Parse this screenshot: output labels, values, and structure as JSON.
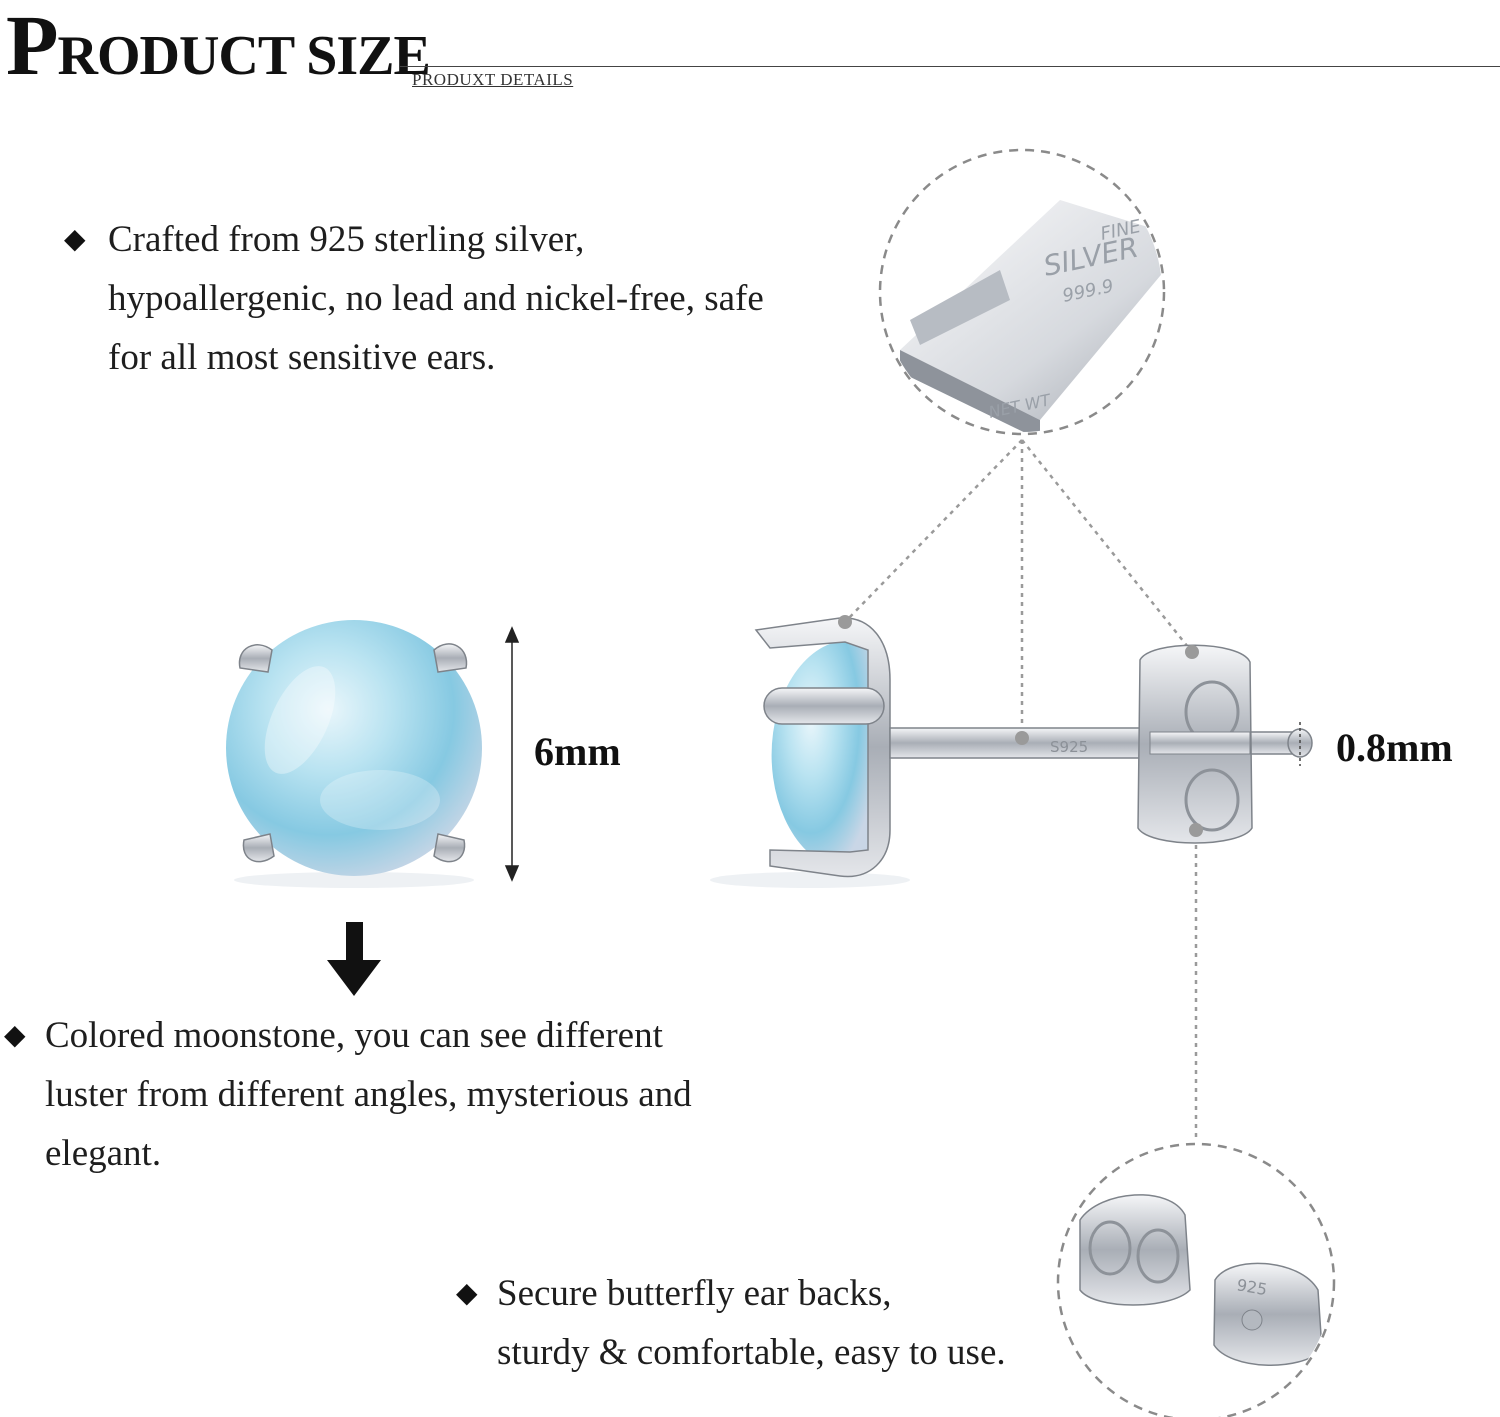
{
  "header": {
    "title_first_letter": "P",
    "title_rest": "RODUCT SIZE",
    "subtitle": "PRODUXT DETAILS"
  },
  "features": [
    {
      "lines": [
        "Crafted from 925 sterling silver,",
        "hypoallergenic, no lead and nickel-free, safe",
        "for all most sensitive ears."
      ]
    },
    {
      "lines": [
        "Colored moonstone, you can see different",
        "luster from different angles, mysterious and",
        "elegant."
      ]
    },
    {
      "lines": [
        "Secure butterfly ear backs,",
        "sturdy & comfortable, easy to use."
      ]
    }
  ],
  "dimensions": {
    "stone_diameter": "6mm",
    "post_thickness": "0.8mm"
  },
  "engravings": {
    "bar_line1": "FINE",
    "bar_line2": "SILVER",
    "bar_line3": "999.9",
    "bar_line4": "NET WT",
    "post_stamp": "S925",
    "back_stamp": "925"
  },
  "icons": [
    "diamond-bullet-icon",
    "down-arrow-icon",
    "dimension-arrow-icon"
  ],
  "colors": {
    "moonstone": "#9fd3e6",
    "silver": "#c8ccd2",
    "text": "#1e1e1e"
  }
}
